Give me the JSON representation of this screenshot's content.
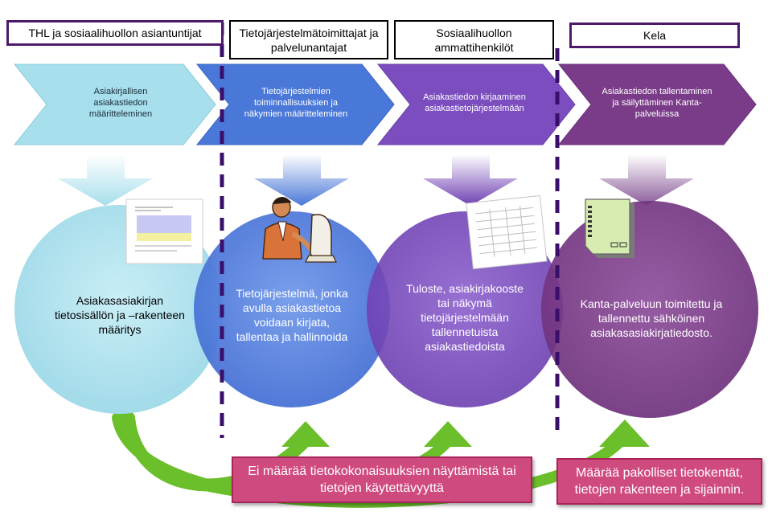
{
  "headers": [
    {
      "label": "THL ja sosiaalihuollon asiantuntijat"
    },
    {
      "label": "Tietojärjestelmätoimittajat ja palvelunantajat"
    },
    {
      "label": "Sosiaalihuollon ammattihenkilöt"
    },
    {
      "label": "Kela"
    }
  ],
  "steps": [
    {
      "label": "Asiakirjallisen asiakastiedon määritteleminen",
      "color": "#a7dfec"
    },
    {
      "label": "Tietojärjestelmien toiminnallisuuksien ja näkymien määritteleminen",
      "color": "#4a78d8"
    },
    {
      "label": "Asiakastiedon kirjaaminen asiakastietojärjestelmään",
      "color": "#7b4dbf"
    },
    {
      "label": "Asiakastiedon tallentaminen ja säilyttäminen Kanta-palveluissa",
      "color": "#7a3c88"
    }
  ],
  "circles": [
    {
      "label": "Asiakasasiakirjan tietosisällön ja –rakenteen määritys",
      "color": "#a7dfec"
    },
    {
      "label": "Tietojärjestelmä, jonka avulla asiakastietoa voidaan kirjata, tallentaa ja hallinnoida",
      "color": "#4a78d8"
    },
    {
      "label": "Tuloste, asiakirjakooste tai näkymä tietojärjestelmään tallennetuista asiakastiedoista",
      "color": "#7b4dbf"
    },
    {
      "label": "Kanta-palveluun toimitettu ja tallennettu sähköinen asiakasasiakirjatiedosto.",
      "color": "#7a3c88"
    }
  ],
  "callouts": [
    {
      "label": "Ei määrää tietokokonaisuuksien näyttämistä tai tietojen käytettävyyttä"
    },
    {
      "label": "Määrää pakolliset tietokentät, tietojen rakenteen ja sijainnin."
    }
  ],
  "colors": {
    "arrow_green": "#6bbf2a",
    "callout_pink": "#cf4a7f",
    "divider": "#3a0f6b"
  }
}
